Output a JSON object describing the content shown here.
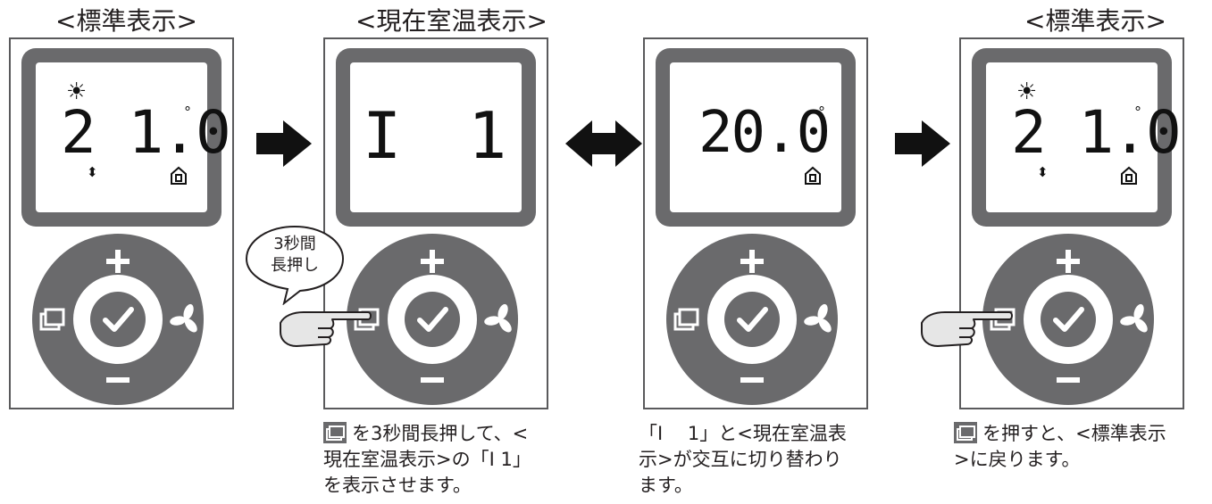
{
  "titles": {
    "standard": "<標準表示>",
    "current_room_temp": "<現在室温表示>",
    "standard_return": "<標準表示>"
  },
  "panels": [
    {
      "display": "2 1.0",
      "degree": "°",
      "sun": "☀",
      "updown": "⬍"
    },
    {
      "display_left": "I",
      "display_right": "1"
    },
    {
      "display": "20.0",
      "degree": "°"
    },
    {
      "display": "2 1.0",
      "degree": "°",
      "sun": "☀",
      "updown": "⬍"
    }
  ],
  "bubble": {
    "line1": "3秒間",
    "line2": "長押し"
  },
  "captions": {
    "step1": {
      "line1": "を3秒間長押して、<",
      "line2": "現在室温表示>の「I  1」",
      "line3": "を表示させます。"
    },
    "step2": {
      "line1": "「I　 1」と<現在室温表",
      "line2": "示>が交互に切り替わり",
      "line3": "ます。"
    },
    "step3": {
      "line1": "を押すと、<標準表示",
      "line2": ">に戻ります。"
    }
  },
  "dial_symbols": {
    "plus": "+",
    "minus": "−"
  },
  "colors": {
    "dark_gray": "#6a6a6c",
    "outline": "#5a5a5c",
    "hand_fill": "#e6e6e6",
    "arrow": "#111111"
  }
}
